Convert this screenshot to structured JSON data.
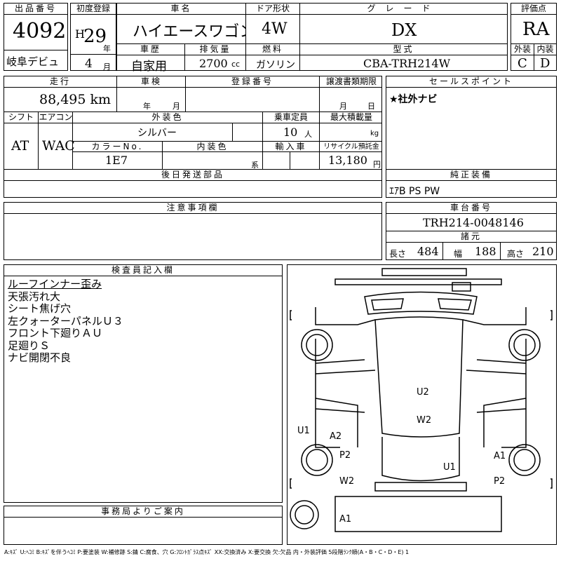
{
  "header": {
    "lot_no_label": "出品番号",
    "lot_no": "4092",
    "venue": "岐阜デビュ",
    "first_reg_label": "初度登録",
    "era": "H",
    "year": "29",
    "year_unit": "年",
    "month": "4",
    "month_unit": "月",
    "car_name_label": "車名",
    "car_name": "ハイエースワゴン",
    "history_label": "車歴",
    "history": "自家用",
    "displacement_label": "排気量",
    "displacement": "2700",
    "displacement_unit": "cc",
    "door_label": "ドア形状",
    "door": "4W",
    "fuel_label": "燃料",
    "fuel": "ガソリン",
    "grade_label": "グレード",
    "grade": "DX",
    "model_label": "型式",
    "model": "CBA-TRH214W",
    "score_label": "評価点",
    "score": "RA",
    "exterior_label": "外装",
    "exterior": "C",
    "interior_label": "内装",
    "interior": "D"
  },
  "details": {
    "mileage_label": "走行",
    "mileage": "88,495 km",
    "inspection_label": "車検",
    "insp_year_unit": "年",
    "insp_month_unit": "月",
    "reg_no_label": "登録番号",
    "transfer_label": "譲渡書類期限",
    "transfer_month_unit": "月",
    "transfer_day_unit": "日",
    "shift_label": "シフト",
    "shift": "AT",
    "ac_label": "エアコン",
    "ac": "WAC",
    "ext_color_label": "外装色",
    "ext_color": "シルバー",
    "capacity_label": "乗車定員",
    "capacity": "10",
    "capacity_unit": "人",
    "max_load_label": "最大積載量",
    "max_load_unit": "kg",
    "color_no_label": "カラーNo.",
    "color_no": "1E7",
    "int_color_label": "内装色",
    "int_color_unit": "系",
    "import_label": "輸入車",
    "recycle_label": "リサイクル預託金",
    "recycle": "13,180",
    "recycle_unit": "円"
  },
  "sales_points": {
    "label": "セールスポイント",
    "text": "★社外ナビ"
  },
  "later_parts": {
    "label": "後日発送部品"
  },
  "genuine": {
    "label": "純正装備",
    "text": "ｴｱB PS PW"
  },
  "notes": {
    "label": "注意事項欄"
  },
  "chassis": {
    "label": "車台番号",
    "number": "TRH214-0048146",
    "specs_label": "諸元",
    "length_label": "長さ",
    "length": "484",
    "width_label": "幅",
    "width": "188",
    "height_label": "高さ",
    "height": "210"
  },
  "inspector": {
    "label": "検査員記入欄",
    "lines": [
      "ルーフインナー歪み",
      "天張汚れ大",
      "シート焦げ穴",
      "左クォーターパネルＵ３",
      "フロント下廻りＡＵ",
      "足廻りＳ",
      "ナビ開閉不良"
    ]
  },
  "office": {
    "label": "事務局よりご案内"
  },
  "diagram": {
    "marks": {
      "u2": "U2",
      "w2_roof": "W2",
      "u1_left": "U1",
      "a2": "A2",
      "p2_left": "P2",
      "w2_left": "W2",
      "a1_right": "A1",
      "u1_right": "U1",
      "p2_right": "P2",
      "a1_bottom": "A1"
    }
  },
  "legend": "A:ｷｽﾞ U:ﾍｺﾐ B:ｷｽﾞを伴うﾍｺﾐ P:要塗装 W:補修跡 S:錆 C:腐食、穴 G:ﾌﾛﾝﾄｶﾞﾗｽ点ｷｽﾞ XX:交換済み X:要交換 欠:欠品 内・外装評価 5段階ﾗﾝｸ順(A・B・C・D・E) 1"
}
